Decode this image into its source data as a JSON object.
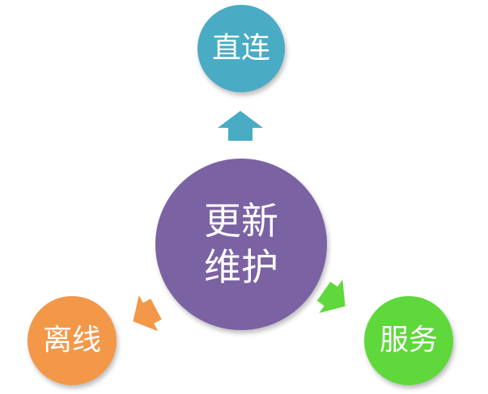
{
  "diagram": {
    "center": {
      "label": "更新维护",
      "color": "#7b62a3"
    },
    "top": {
      "label": "直连",
      "color": "#4aabc5"
    },
    "left": {
      "label": "离线",
      "color": "#f39849"
    },
    "right": {
      "label": "服务",
      "color": "#5fd83b"
    }
  }
}
